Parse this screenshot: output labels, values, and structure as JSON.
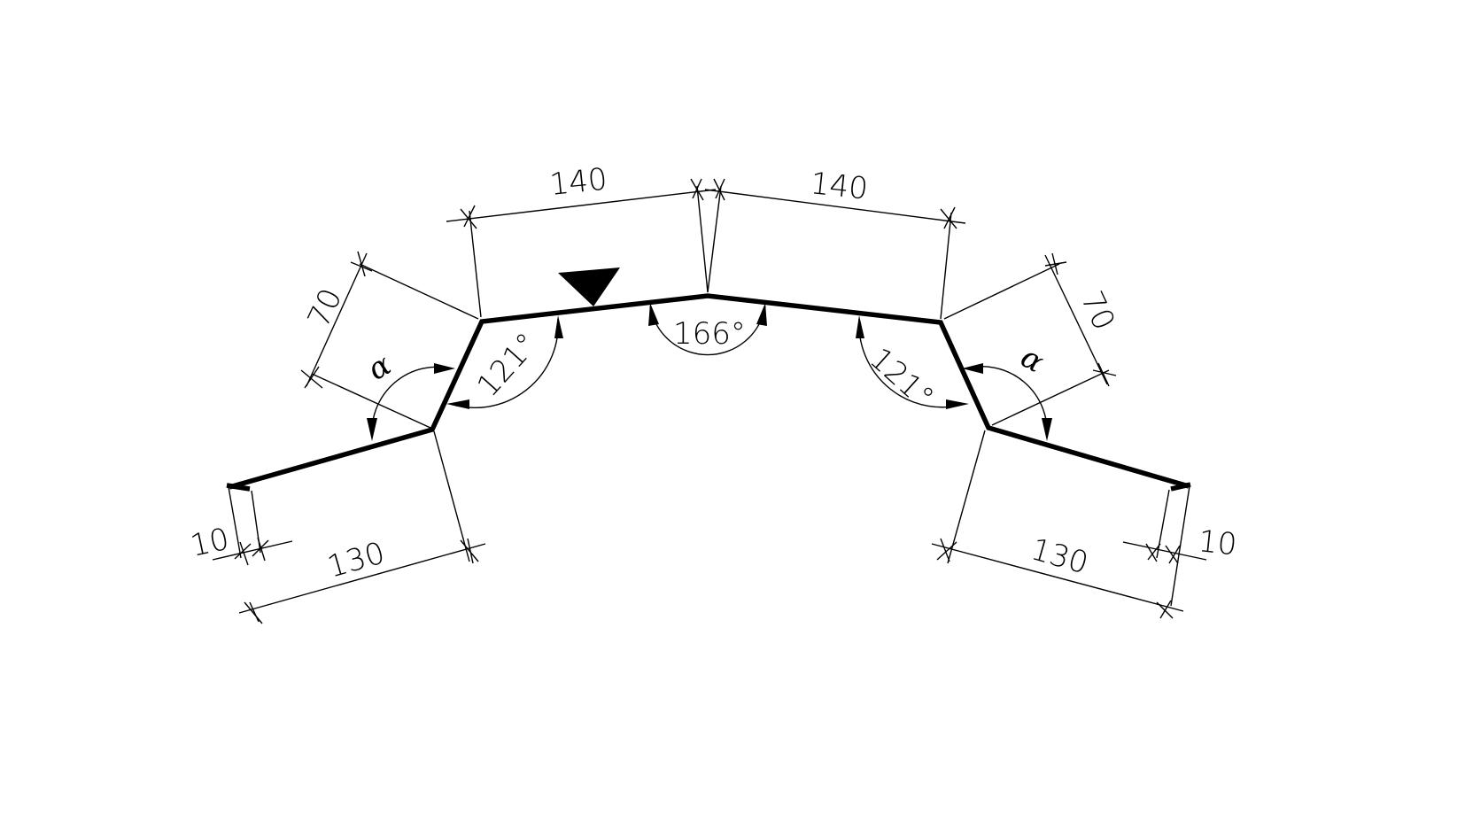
{
  "drawing": {
    "segments": {
      "left_drip": "10",
      "left_outer": "130",
      "left_slope": "70",
      "left_top": "140",
      "right_top": "140",
      "right_slope": "70",
      "right_outer": "130",
      "right_drip": "10"
    },
    "angles": {
      "left_bend": "121°",
      "ridge": "166°",
      "right_bend": "121°",
      "left_alpha": "α",
      "right_alpha": "α"
    },
    "colors": {
      "line": "#000000",
      "background": "#ffffff"
    },
    "symbols": [
      "visible-side-marker-triangle"
    ]
  }
}
